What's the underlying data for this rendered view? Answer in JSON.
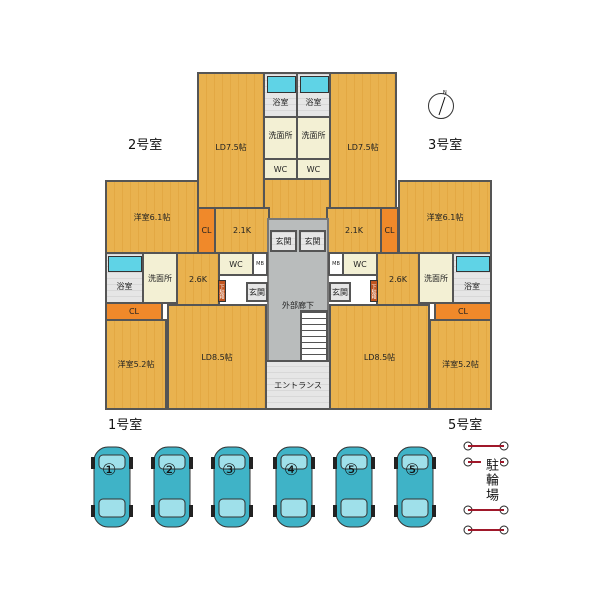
{
  "units": {
    "u1": "1号室",
    "u2": "2号室",
    "u3": "3号室",
    "u5": "5号室"
  },
  "rooms": {
    "bath": "浴室",
    "wash": "洗面所",
    "wc": "WC",
    "ld75": "LD7.5帖",
    "ld85": "LD8.5帖",
    "yo61": "洋室6.1帖",
    "yo52": "洋室5.2帖",
    "cl": "CL",
    "k21": "2.1K",
    "k26": "2.6K",
    "genkan": "玄関",
    "mb": "MB",
    "shoebox": "下駄箱",
    "corridor": "外部廊下",
    "entrance": "エントランス"
  },
  "parking": {
    "spots": [
      "①",
      "②",
      "③",
      "④",
      "⑤",
      "⑤"
    ],
    "bike_label": "駐輪場"
  },
  "compass": "N",
  "colors": {
    "floor": "#e9b24f",
    "closet": "#f0892a",
    "car": "#3fb3c7",
    "tub": "#5fd3e6"
  }
}
